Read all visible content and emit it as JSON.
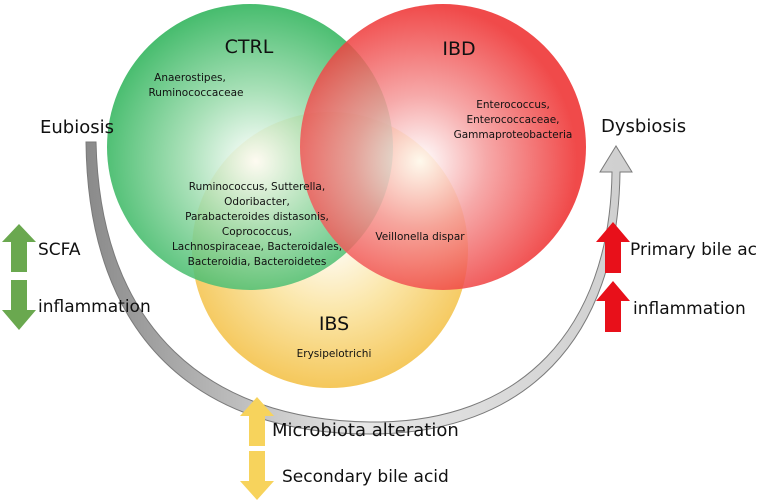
{
  "circles": {
    "ctrl": {
      "label": "CTRL",
      "color": "#2eb35a",
      "taxa": [
        "Anaerostipes,",
        "Ruminococcaceae"
      ]
    },
    "ibd": {
      "label": "IBD",
      "color": "#ee2a2a",
      "taxa": [
        "Enterococcus,",
        "Enterococcaceae,",
        "Gammaproteobacteria"
      ]
    },
    "ibs": {
      "label": "IBS",
      "color": "#f6c64c",
      "taxa": [
        "Erysipelotrichi"
      ]
    }
  },
  "overlaps": {
    "ctrl_ibs": [
      "Ruminococcus, Sutterella,",
      "Odoribacter,",
      "Parabacteroides distasonis,",
      "Coprococcus,",
      "Lachnospiraceae, Bacteroidales,",
      "Bacteroidia, Bacteroidetes"
    ],
    "ibd_ibs": [
      "Veillonella dispar"
    ]
  },
  "states": {
    "left": "Eubiosis",
    "right": "Dysbiosis"
  },
  "left_indicators": [
    {
      "label": "SCFA",
      "direction": "up",
      "color": "#6aa84f"
    },
    {
      "label": "inflammation",
      "direction": "down",
      "color": "#6aa84f"
    }
  ],
  "right_indicators": [
    {
      "label": "Primary bile acid",
      "direction": "up",
      "color": "#e8101a"
    },
    {
      "label": "inflammation",
      "direction": "up",
      "color": "#e8101a"
    }
  ],
  "bottom_indicators": [
    {
      "label": "Microbiota alteration",
      "direction": "up",
      "color": "#f7d35c"
    },
    {
      "label": "Secondary bile acid",
      "direction": "down",
      "color": "#f7d35c"
    }
  ]
}
